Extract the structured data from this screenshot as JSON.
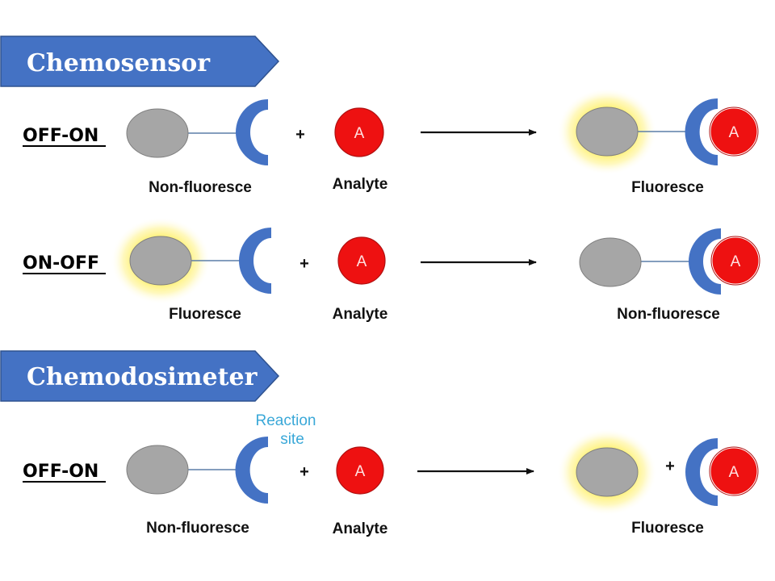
{
  "colors": {
    "banner_fill": "#4472c4",
    "banner_stroke": "#2f528f",
    "fluorophore_fill": "#a6a6a6",
    "fluorophore_stroke": "#7f7f7f",
    "receptor_fill": "#4472c4",
    "linker": "#5b7fa8",
    "analyte_fill": "#ee1111",
    "analyte_stroke": "#b01010",
    "glow": "#fff27a",
    "reaction_note": "#3aa8d8"
  },
  "sections": [
    {
      "title": "Chemosensor",
      "rows": [
        {
          "mode": "OFF-ON",
          "reactant_caption": "Non-fluoresce",
          "reactant_fluorescent": false,
          "plus": "+",
          "analyte_letter": "A",
          "analyte_caption": "Analyte",
          "product_caption": "Fluoresce",
          "product_fluorescent": true,
          "product_bound": true
        },
        {
          "mode": "ON-OFF",
          "reactant_caption": "Fluoresce",
          "reactant_fluorescent": true,
          "plus": "+",
          "analyte_letter": "A",
          "analyte_caption": "Analyte",
          "product_caption": "Non-fluoresce",
          "product_fluorescent": false,
          "product_bound": true
        }
      ]
    },
    {
      "title": "Chemodosimeter",
      "rows": [
        {
          "mode": "OFF-ON",
          "reaction_site_note": [
            "Reaction",
            "site"
          ],
          "reactant_caption": "Non-fluoresce",
          "reactant_fluorescent": false,
          "plus": "+",
          "analyte_letter": "A",
          "analyte_caption": "Analyte",
          "product_caption": "Fluoresce",
          "product_fluorescent": true,
          "product_bound": false,
          "product_plus": "+"
        }
      ]
    }
  ]
}
